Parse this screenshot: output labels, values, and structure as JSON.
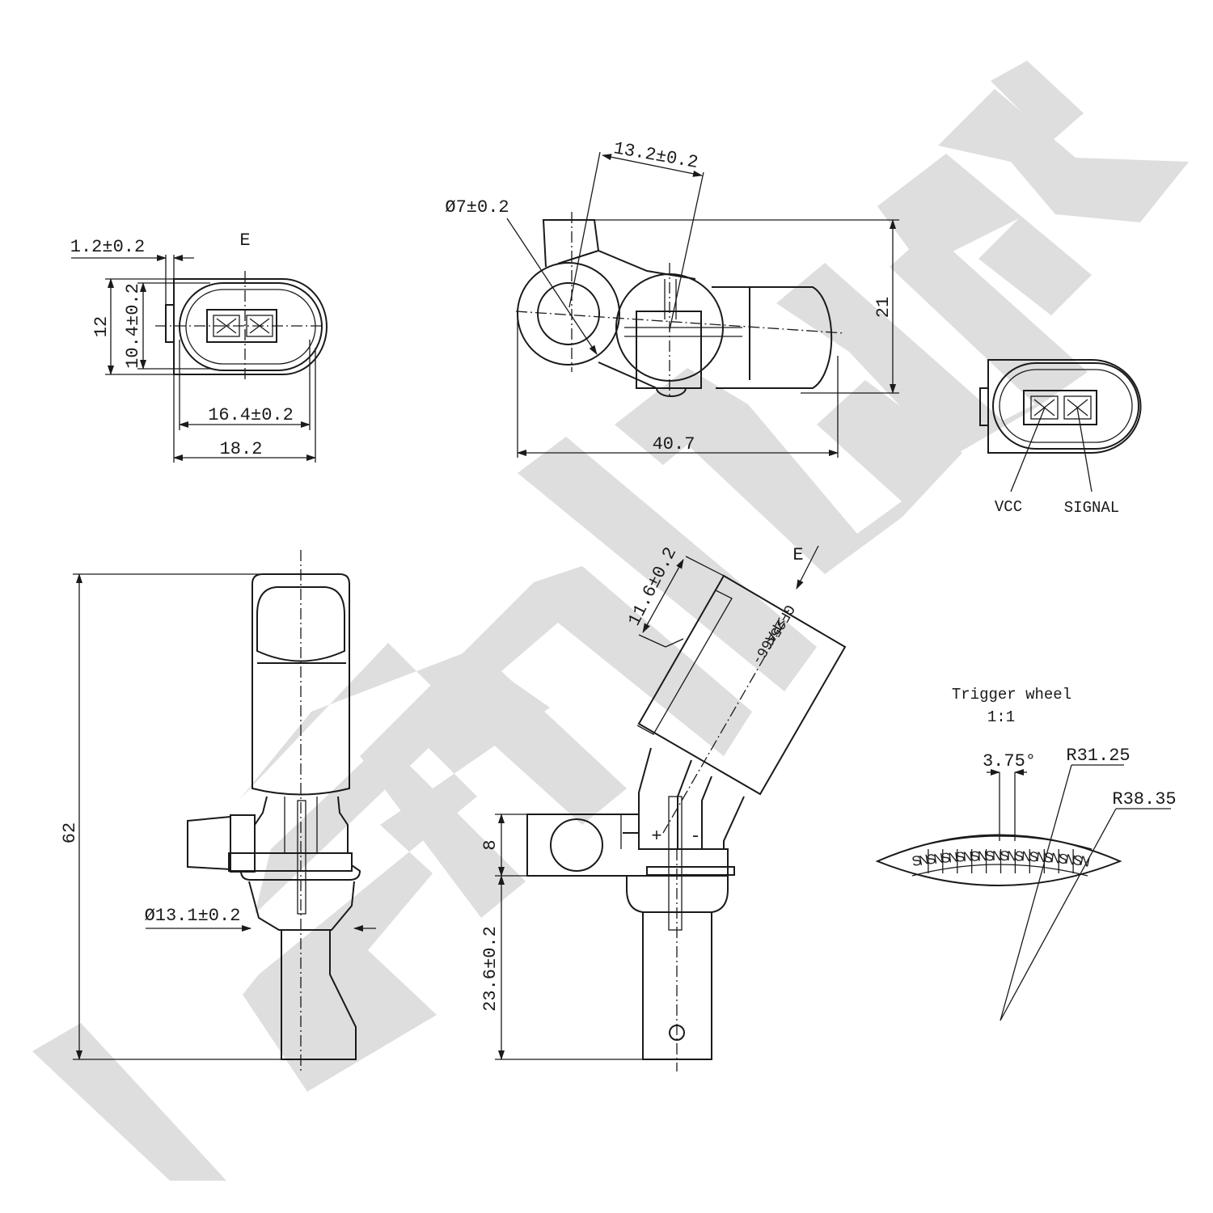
{
  "watermark": {
    "text": "ZENMEK",
    "color": "#dedede"
  },
  "front_view": {
    "view_label": "E",
    "dims": {
      "tab_thickness": "1.2±0.2",
      "height_outer": "12",
      "height_inner": "10.4±0.2",
      "width_inner": "16.4±0.2",
      "width_outer": "18.2"
    }
  },
  "top_view": {
    "dims": {
      "hole_diameter": "Ø7±0.2",
      "offset": "13.2±0.2",
      "height": "21",
      "length": "40.7"
    }
  },
  "pinout": {
    "pins": [
      "VCC",
      "SIGNAL"
    ]
  },
  "side_view": {
    "dims": {
      "total_height": "62",
      "body_diameter": "Ø13.1±0.2"
    }
  },
  "angled_view": {
    "view_label": "E",
    "material_lines": [
      ">PA66-",
      "GF25<"
    ],
    "polarity": [
      "+",
      "-"
    ],
    "dims": {
      "connector_width": "11.6±0.2",
      "flange": "8",
      "probe_length": "23.6±0.2"
    }
  },
  "trigger_wheel": {
    "title": "Trigger wheel",
    "scale": "1:1",
    "angle": "3.75°",
    "inner_radius": "R31.25",
    "outer_radius": "R38.35",
    "poles": [
      "S",
      "N",
      "S",
      "N",
      "S",
      "N",
      "S",
      "N",
      "S",
      "N",
      "S",
      "N",
      "S",
      "N",
      "S",
      "N",
      "S",
      "N",
      "S",
      "N",
      "S",
      "N",
      "S",
      "N"
    ]
  }
}
